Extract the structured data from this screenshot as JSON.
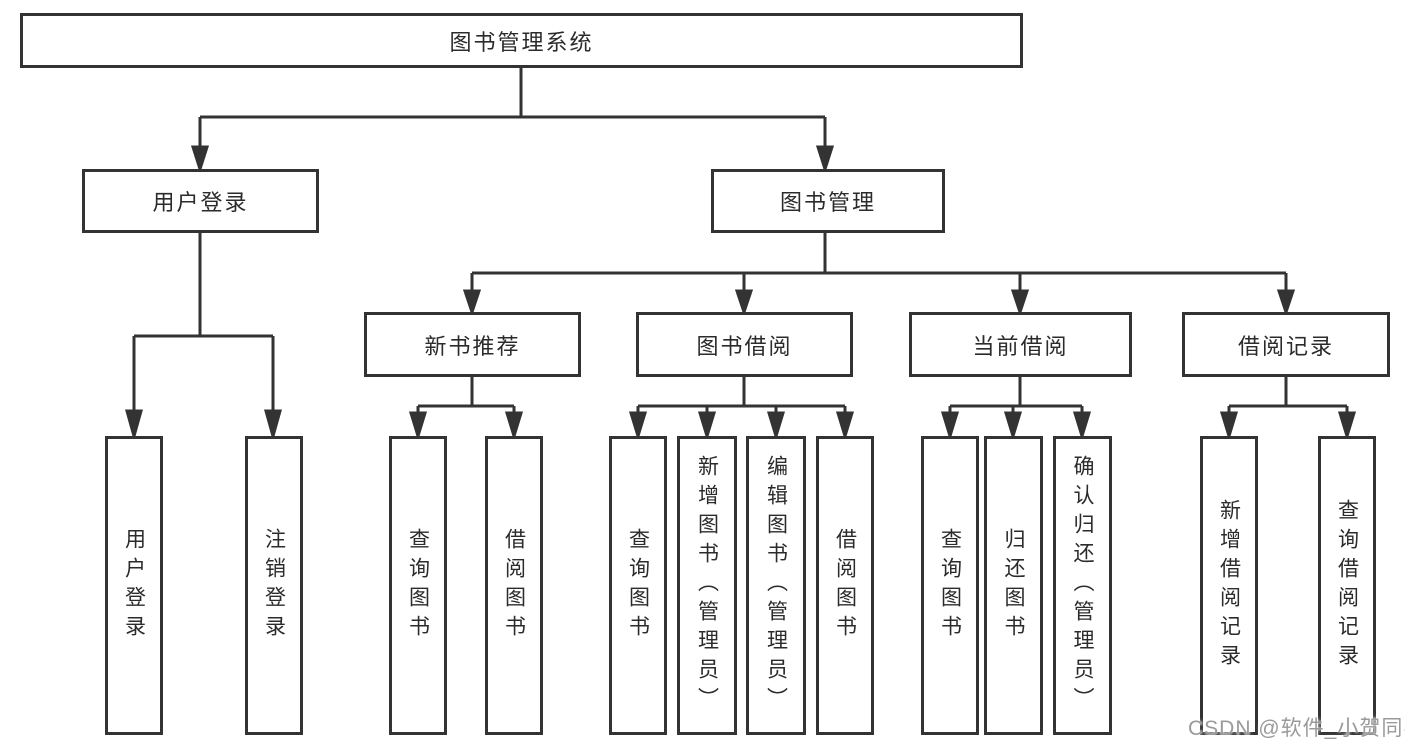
{
  "diagram": {
    "title_node": "图书管理系统",
    "level2": {
      "user_login": "用户登录",
      "book_management": "图书管理"
    },
    "level3": {
      "new_book_recommend": "新书推荐",
      "book_borrow": "图书借阅",
      "current_borrow": "当前借阅",
      "borrow_records": "借阅记录"
    },
    "leaves": {
      "user_login_leaf": "用户登录",
      "logout": "注销登录",
      "query_books_recommend": "查询图书",
      "borrow_books_recommend": "借阅图书",
      "query_books_borrow": "查询图书",
      "add_books_admin": "新增图书（管理员）",
      "edit_books_admin": "编辑图书（管理员）",
      "borrow_books": "借阅图书",
      "query_books_current": "查询图书",
      "return_books": "归还图书",
      "confirm_return_admin": "确认归还（管理员）",
      "add_borrow_record": "新增借阅记录",
      "query_borrow_record": "查询借阅记录"
    }
  },
  "watermark": "CSDN @软件_小贺同学",
  "colors": {
    "line": "#333333",
    "text": "#2b2b2b",
    "watermark": "#9a9a9a",
    "background": "#ffffff"
  }
}
